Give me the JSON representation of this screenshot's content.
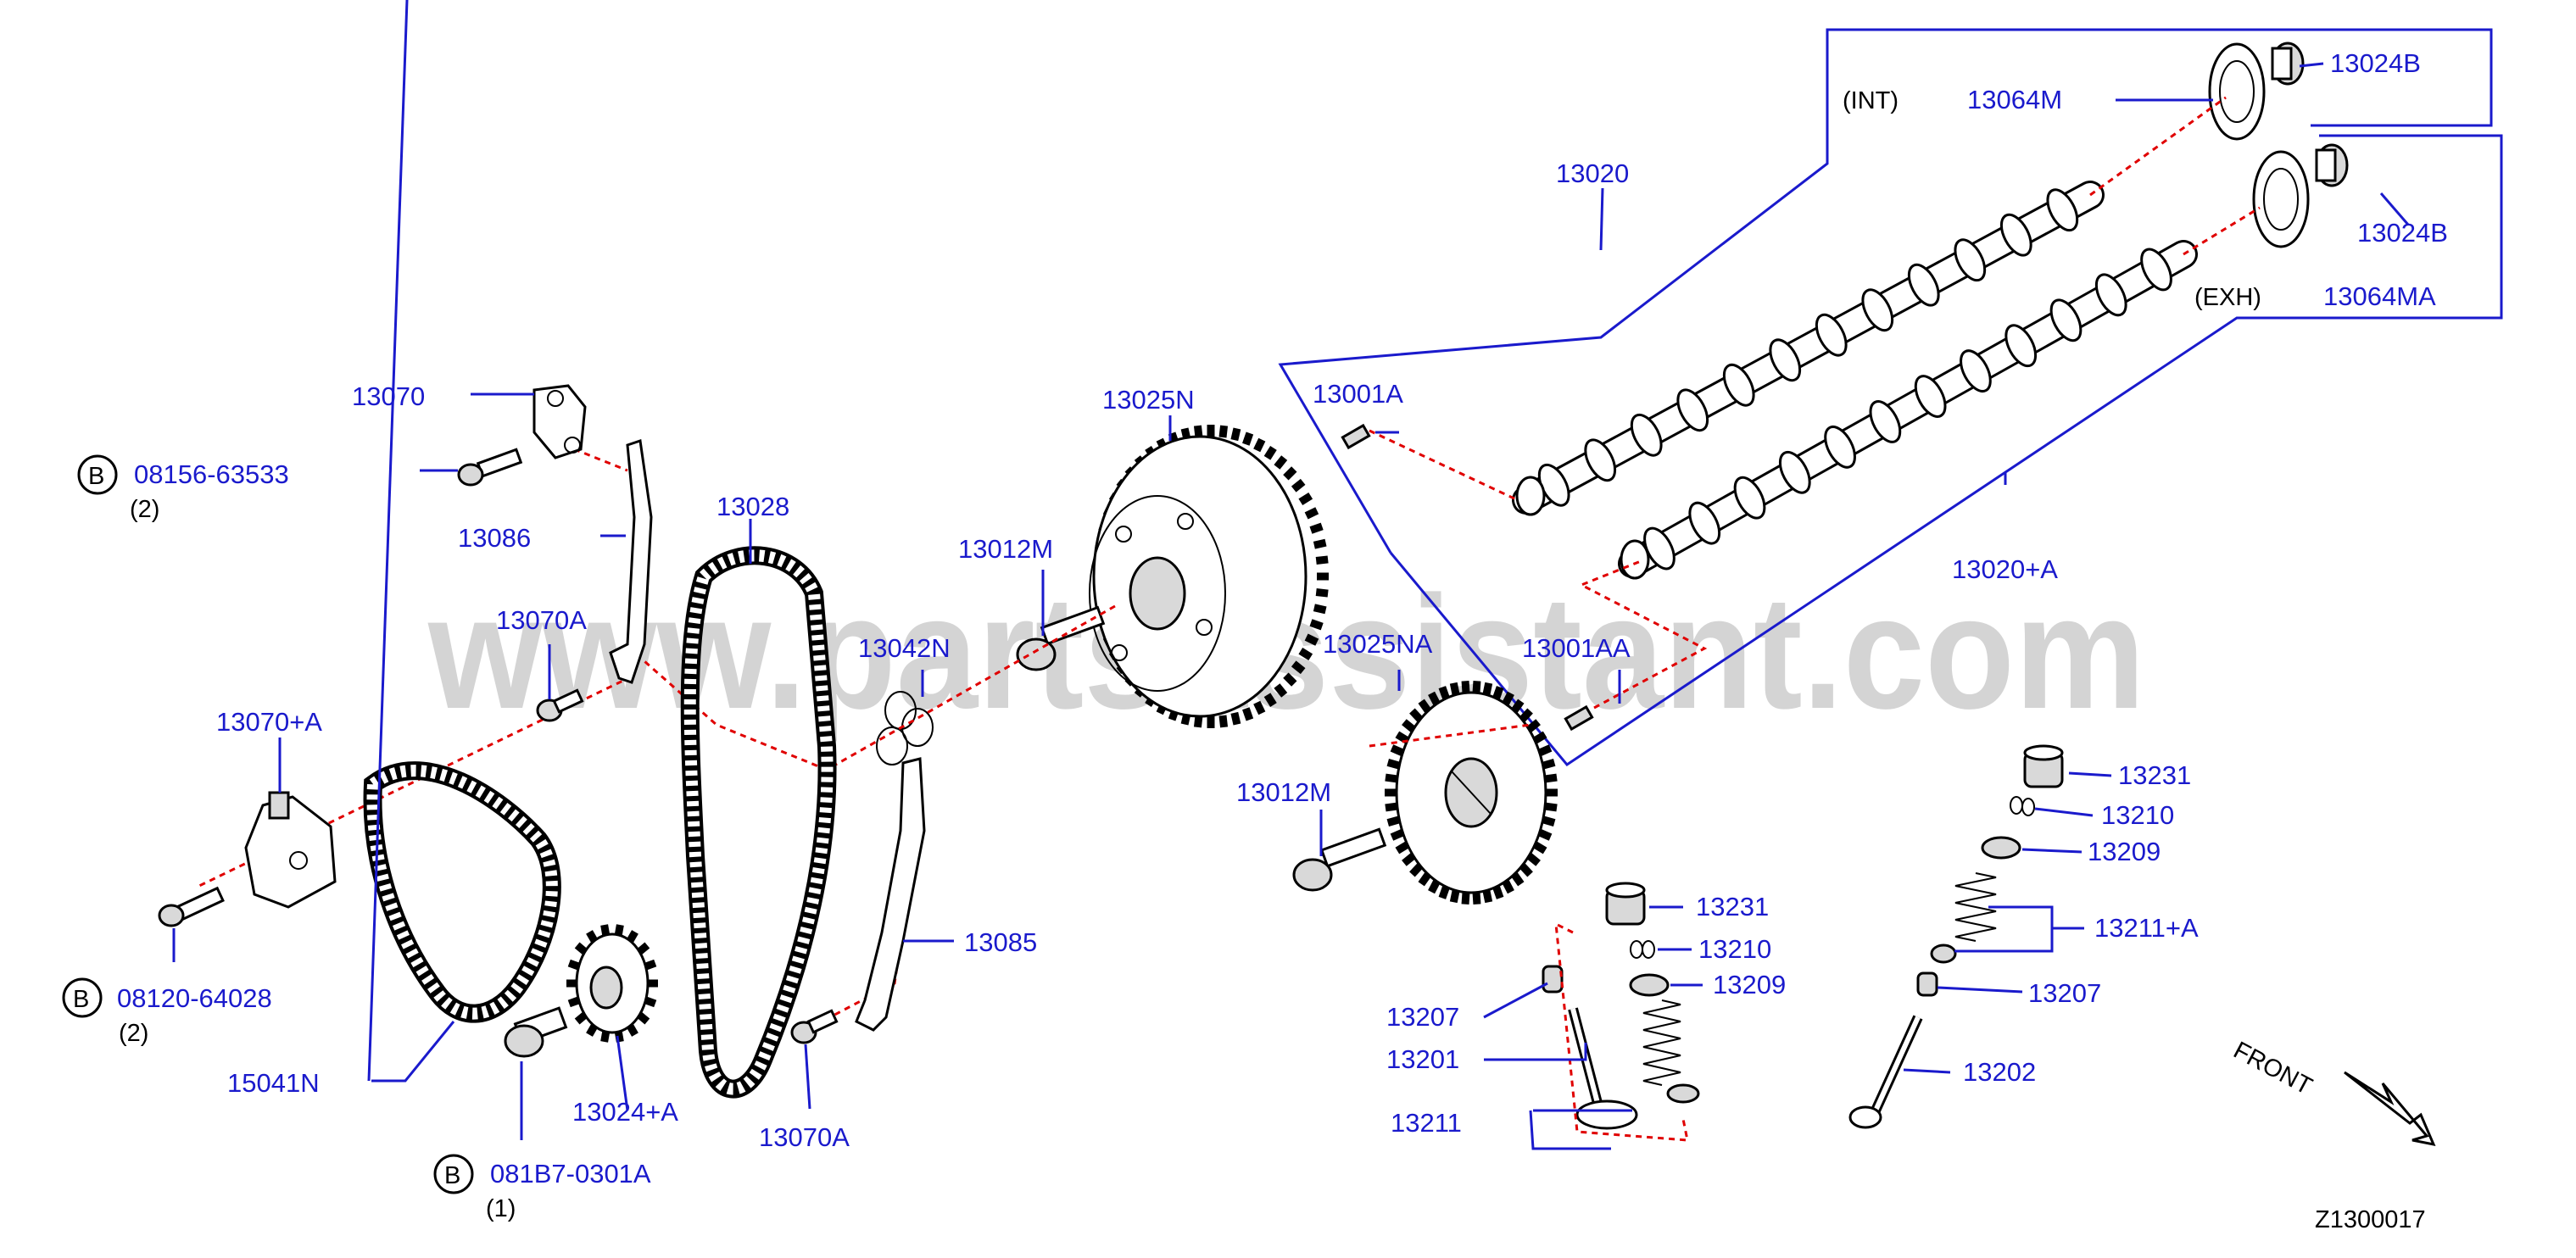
{
  "watermark": "www.partsassistant.com",
  "diagram_code": "Z1300017",
  "front_label": "FRONT",
  "group_tags": {
    "intake": "(INT)",
    "exhaust": "(EXH)"
  },
  "circle_letter": "B",
  "parts": {
    "p13024b_top": "13024B",
    "p13064m": "13064M",
    "p13020": "13020",
    "p13024b_bot": "13024B",
    "p13064ma": "13064MA",
    "p13001a": "13001A",
    "p13020a": "13020+A",
    "p13001aa": "13001AA",
    "p13025n": "13025N",
    "p13012m_top": "13012M",
    "p13042n": "13042N",
    "p13025na": "13025NA",
    "p13012m_bot": "13012M",
    "p13028": "13028",
    "p13070": "13070",
    "p13086": "13086",
    "p13070a_top": "13070A",
    "p13070pa": "13070+A",
    "p13085": "13085",
    "p15041n": "15041N",
    "p13024pa": "13024+A",
    "p13070a_bot": "13070A",
    "p13231_a": "13231",
    "p13210_a": "13210",
    "p13209_a": "13209",
    "p13207_a": "13207",
    "p13201": "13201",
    "p13211": "13211",
    "p13231_b": "13231",
    "p13210_b": "13210",
    "p13209_b": "13209",
    "p13211a": "13211+A",
    "p13207_b": "13207",
    "p13202": "13202"
  },
  "bolts": [
    {
      "part": "08156-63533",
      "qty": "(2)"
    },
    {
      "part": "08120-64028",
      "qty": "(2)"
    },
    {
      "part": "081B7-0301A",
      "qty": "(1)"
    }
  ]
}
